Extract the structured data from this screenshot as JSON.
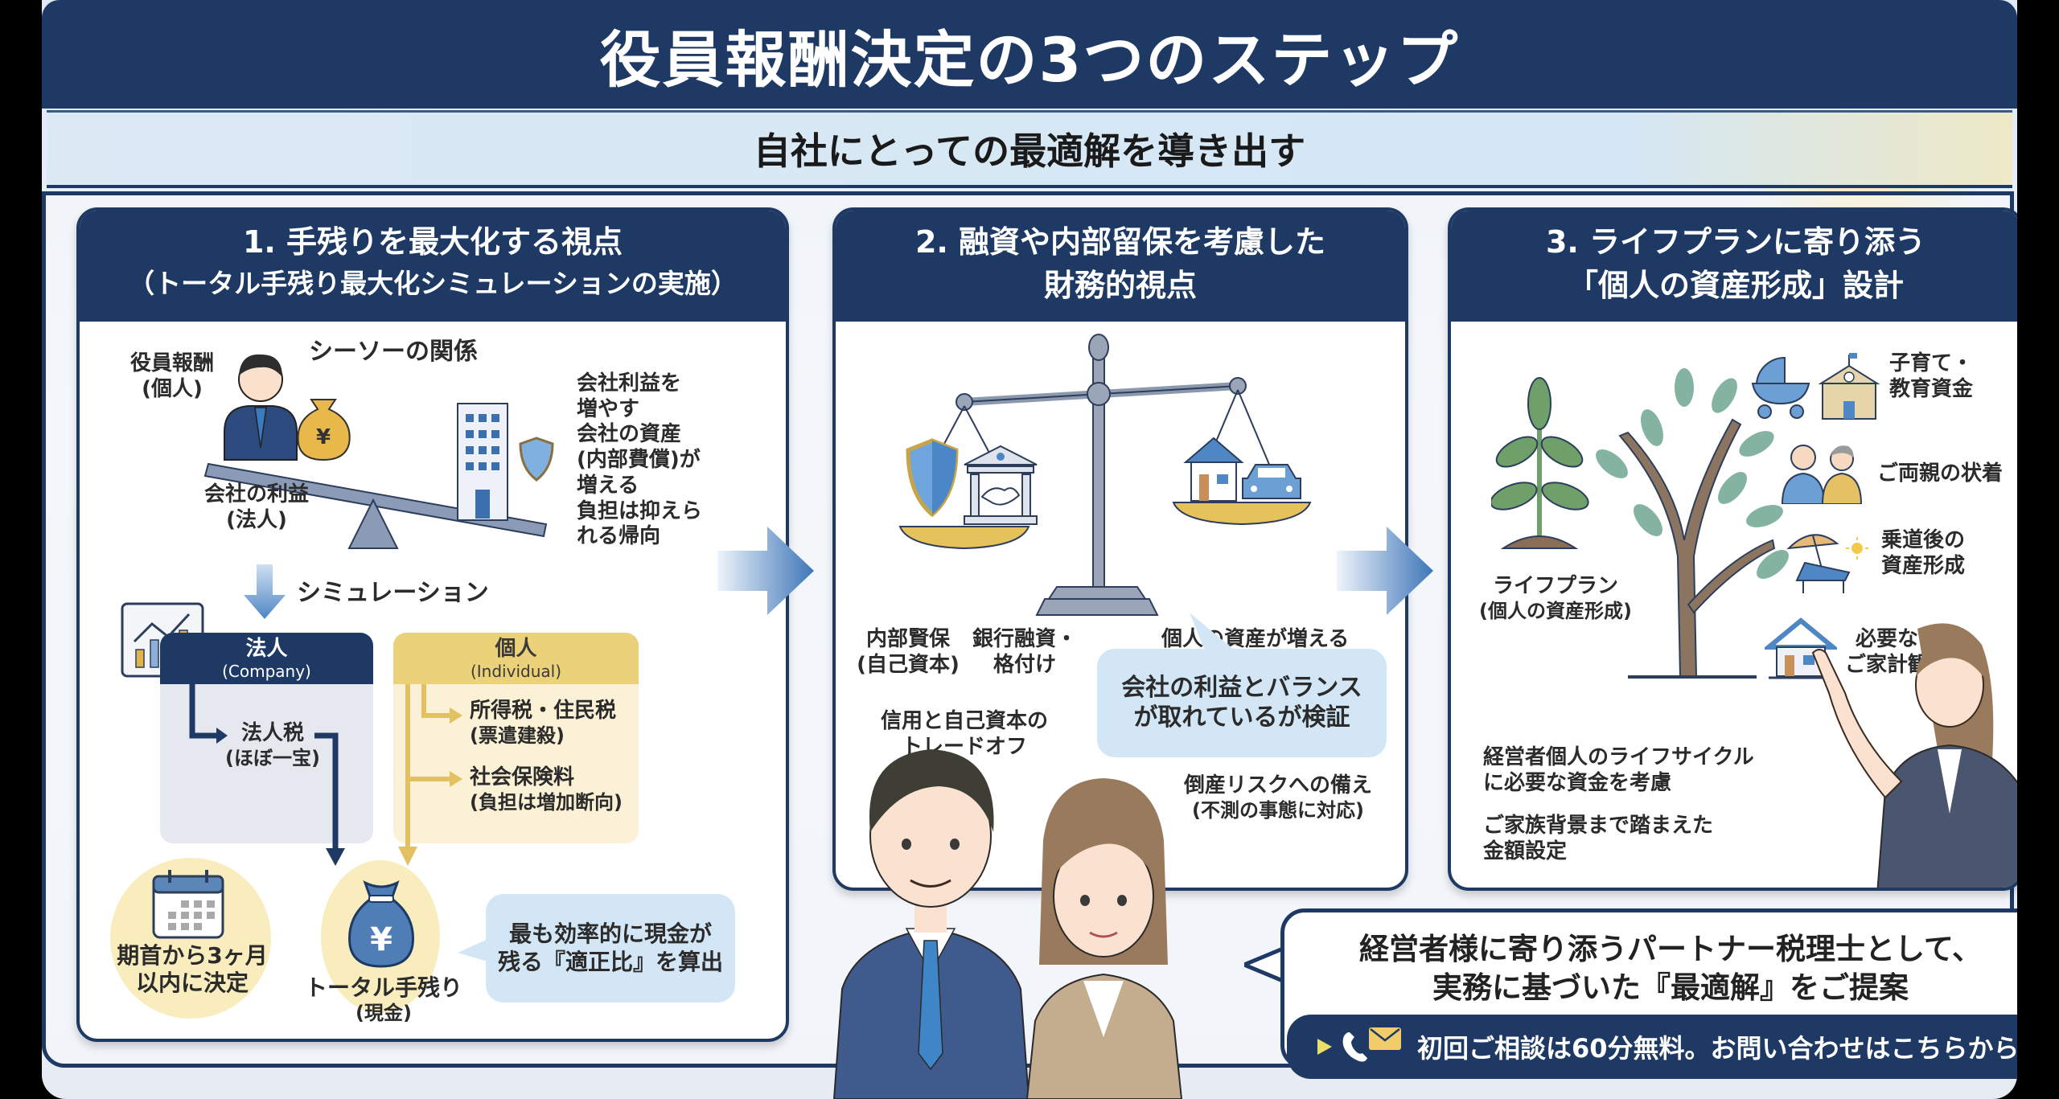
{
  "header": {
    "title": "役員報酬決定の3つのステップ",
    "subtitle": "自社にとっての最適解を導き出す"
  },
  "colors": {
    "navy": "#1e3a64",
    "light_blue": "#d3e6f5",
    "gold": "#ead17a",
    "cream": "#f9edbe"
  },
  "steps": [
    {
      "title_line1": "1. 手残りを最大化する視点",
      "title_line2": "（トータル手残り最大化シミュレーションの実施）",
      "seesaw_title": "シーソーの関係",
      "left_label": "役員報酬",
      "left_sub": "(個人)",
      "bottom_label": "会社の利益",
      "bottom_sub": "(法人)",
      "right_notes": [
        "会社利益を",
        "増やす",
        "会社の資産",
        "(内部費償)が",
        "増える",
        "負担は抑えら",
        "れる帰向"
      ],
      "simulation_label": "シミュレーション",
      "company_box": {
        "title": "法人",
        "subtitle": "(Company)",
        "item": "法人税",
        "item_sub": "(ほぼ一宝)"
      },
      "individual_box": {
        "title": "個人",
        "subtitle": "(Individual)",
        "items": [
          {
            "label": "所得税・住民税",
            "sub": "(票遣建殺)"
          },
          {
            "label": "社会保険料",
            "sub": "(負担は増加断向)"
          }
        ]
      },
      "deadline": [
        "期首から3ヶ月",
        "以内に決定"
      ],
      "total_label": "トータル手残り",
      "total_sub": "(現金)",
      "bubble": [
        "最も効率的に現金が",
        "残る『適正比』を算出"
      ]
    },
    {
      "title_line1": "2. 融資や内部留保を考慮した",
      "title_line2": "財務的視点",
      "left_pan_labels": [
        {
          "line1": "内部賢保",
          "line2": "(自己資本)"
        },
        {
          "line1": "銀行融資・",
          "line2": "格付け"
        }
      ],
      "right_pan_label": "個人の資産が増える",
      "tradeoff": [
        "信用と自己資本の",
        "トレードオフ"
      ],
      "bubble": [
        "会社の利益とバランス",
        "が取れているが検証"
      ],
      "risk": "倒産リスクへの備え",
      "risk_sub": "(不測の事態に対応)"
    },
    {
      "title_line1": "3. ライフプランに寄り添う",
      "title_line2": "「個人の資産形成」設計",
      "items": [
        {
          "icon": "stroller-school-icon",
          "line1": "子育て・",
          "line2": "教育資金"
        },
        {
          "icon": "elderly-parents-icon",
          "line1": "ご両親の状着",
          "line2": ""
        },
        {
          "icon": "beach-chair-icon",
          "line1": "乗道後の",
          "line2": "資産形成"
        },
        {
          "icon": "house-icon",
          "line1": "必要な",
          "line2": "ご家計観"
        }
      ],
      "plant_label": "ライフプラン",
      "plant_sub": "(個人の資産形成)",
      "note1": [
        "経営者個人のライフサイクル",
        "に必要な資金を考慮"
      ],
      "note2": [
        "ご家族背景まで踏まえた",
        "金額設定"
      ]
    }
  ],
  "cta": {
    "message_line1": "経営者様に寄り添うパートナー税理士として、",
    "message_line2": "実務に基づいた『最適解』をご提案",
    "button_label": "初回ご相談は60分無料。お問い合わせはこちらから"
  }
}
